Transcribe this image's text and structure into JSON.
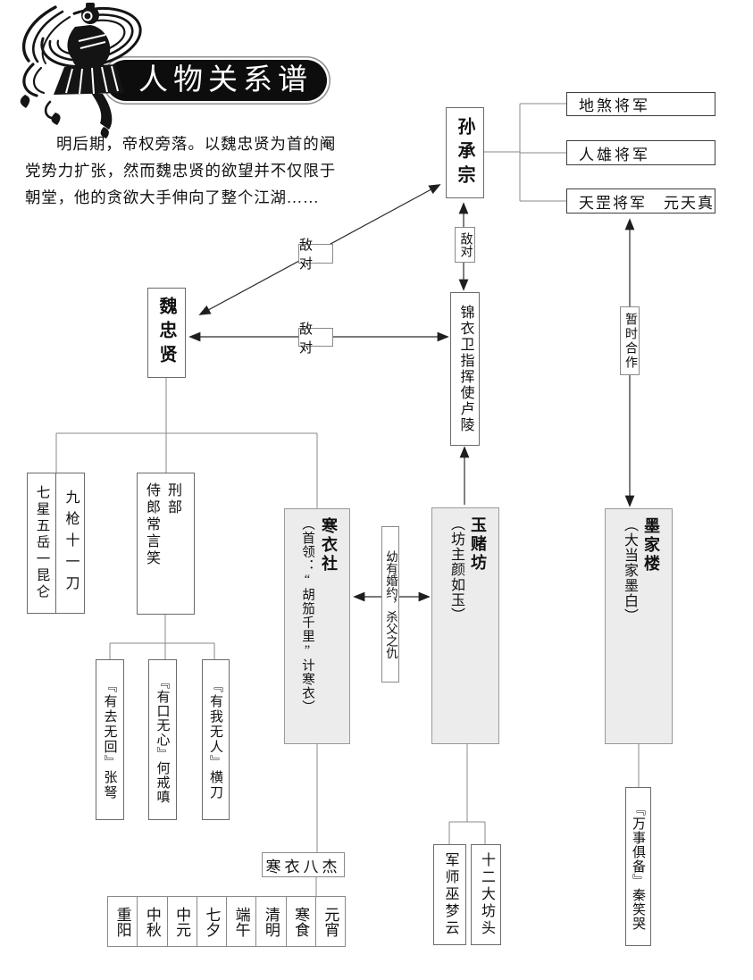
{
  "page": {
    "title": "人物关系谱",
    "intro": "明后期，帝权旁落。以魏忠贤为首的阉党势力扩张，然而魏忠贤的欲望并不仅限于朝堂，他的贪欲大手伸向了整个江湖……"
  },
  "nodes": {
    "sun": {
      "name": "孙承宗"
    },
    "generals": [
      "地煞将军",
      "人雄将军",
      "天罡将军　元天真"
    ],
    "wei": {
      "name": "魏忠贤"
    },
    "jinyiwei": {
      "name": "锦衣卫指挥使卢陵"
    },
    "weapons": {
      "left_col": "七星五岳一昆仑",
      "right_col": "九枪十一刀"
    },
    "xingbu": {
      "dept": "刑部",
      "name": "侍郎常言笑"
    },
    "hanyishe": {
      "name": "寒衣社",
      "detail": "（首领：“胡笳千里”计寒衣）"
    },
    "yudufang": {
      "name": "玉赌坊",
      "detail": "（坊主颜如玉）"
    },
    "mojialou": {
      "name": "墨家楼",
      "detail": "（大当家墨白）"
    },
    "disciples": [
      "『有去无回』张弩",
      "『有口无心』何戒嗔",
      "『有我无人』横刀"
    ],
    "hanyibajie": {
      "name": "寒衣八杰",
      "members": [
        "重阳",
        "中秋",
        "中元",
        "七夕",
        "端午",
        "清明",
        "寒食",
        "元宵"
      ]
    },
    "yudufang_sub": [
      "军师巫梦云",
      "十二大坊头"
    ],
    "mojialou_sub": "『万事俱备』秦笑哭"
  },
  "relations": {
    "hostile_wei_sun": "敌对",
    "hostile_wei_jinyiwei": "敌对",
    "hostile_sun_jinyiwei": "敌对",
    "temp_cooperation": "暂时合作",
    "marriage_feud": "幼有婚约，杀父之仇"
  },
  "palette": {
    "banner_bg": "#0d0d0d",
    "org_box_fill": "#ececec",
    "line_gray": "#8a8a8a",
    "arrow_dark": "#2a2a2a"
  }
}
